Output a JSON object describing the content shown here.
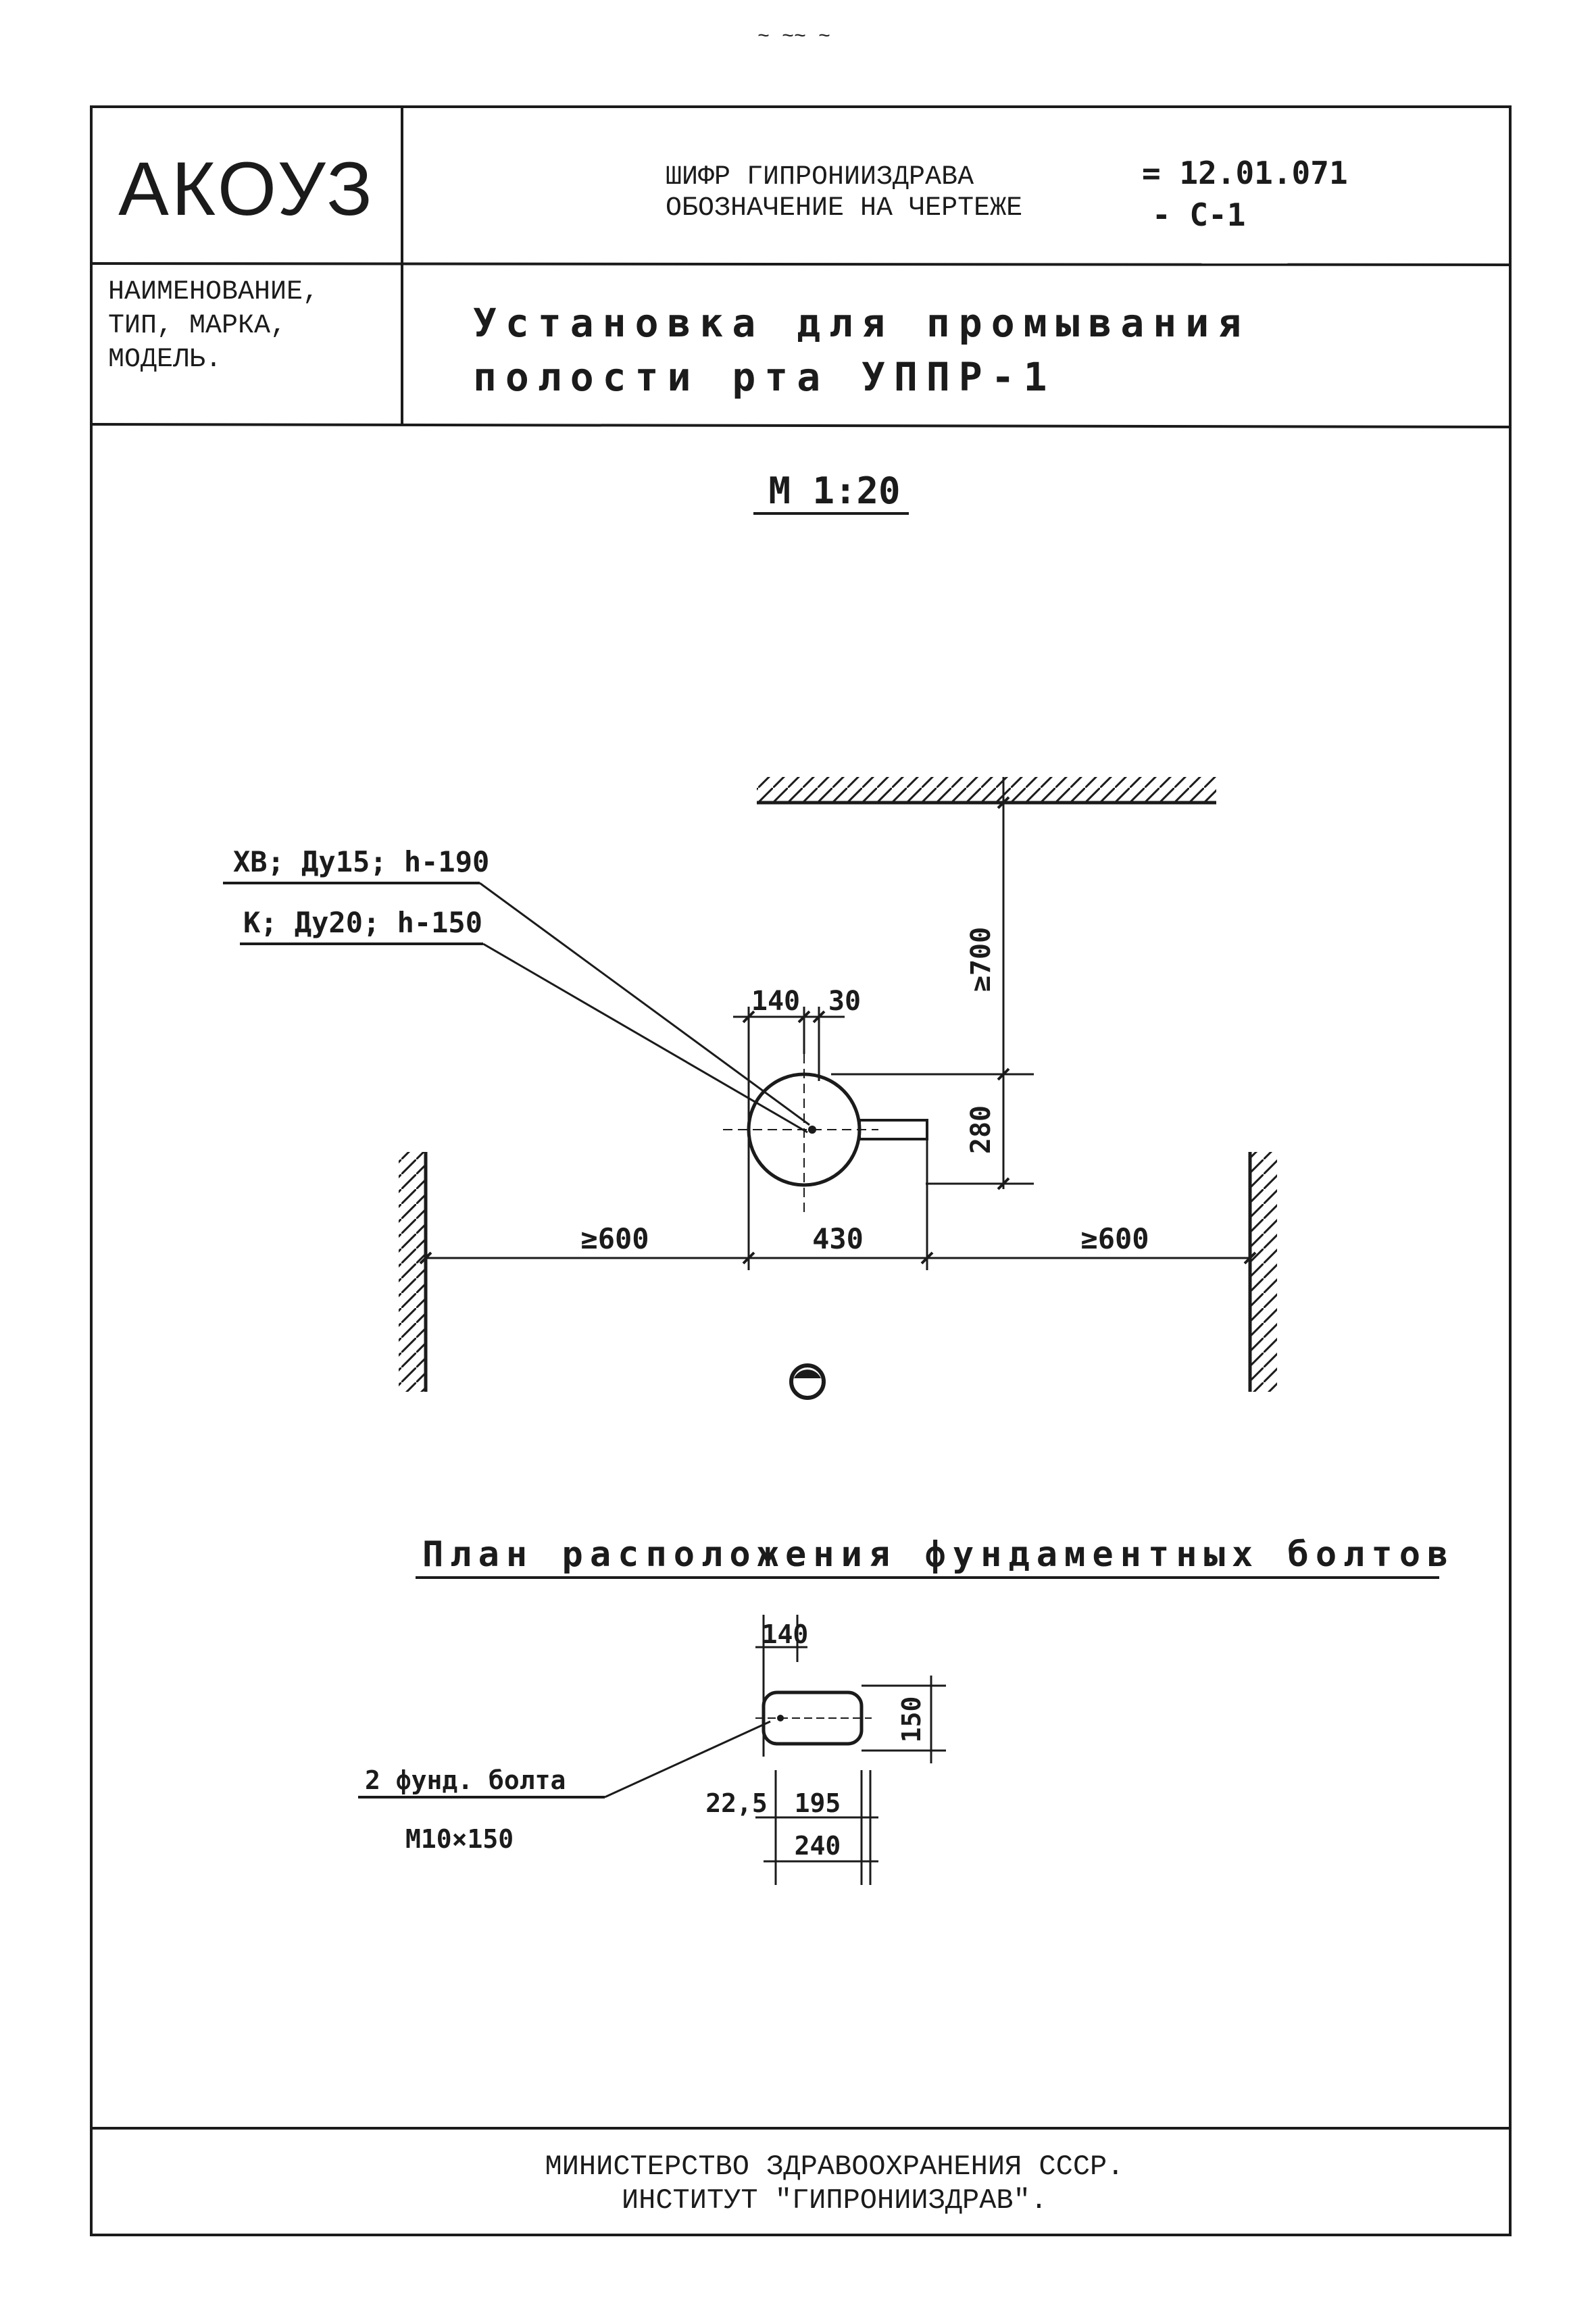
{
  "top_mark": "~ ~~ ~",
  "title_block": {
    "organization": "АКОУЗ",
    "code_label": "ШИФР ГИПРОНИИЗДРАВА",
    "code_value": "= 12.01.071",
    "designation_label": "ОБОЗНАЧЕНИЕ НА ЧЕРТЕЖЕ",
    "designation_value": "- С-1",
    "name_label": {
      "line1": "НАИМЕНОВАНИЕ,",
      "line2": "ТИП, МАРКА,",
      "line3": "МОДЕЛЬ."
    },
    "product_name": {
      "line1": "Установка для промывания",
      "line2": "полости рта УППР-1"
    }
  },
  "drawing": {
    "scale": "М 1:20",
    "utility_labels": {
      "cold_water": "ХВ; Ду15; h-190",
      "sewer": "К; Ду20; h-150"
    },
    "dimensions": {
      "top_width": "140",
      "top_offset": "30",
      "clearance_back": "≥700",
      "depth": "280",
      "clearance_left": "≥600",
      "unit_width": "430",
      "clearance_right": "≥600"
    },
    "bolt_plan": {
      "title": "План расположения фундаментных болтов",
      "width_top": "140",
      "height": "150",
      "offset": "22,5",
      "inner": "195",
      "total": "240",
      "bolt_label_line1": "2 фунд. болта",
      "bolt_label_line2": "М10×150"
    }
  },
  "footer": {
    "line1": "МИНИСТЕРСТВО ЗДРАВООХРАНЕНИЯ СССР.",
    "line2": "ИНСТИТУТ \"ГИПРОНИИЗДРАВ\"."
  }
}
